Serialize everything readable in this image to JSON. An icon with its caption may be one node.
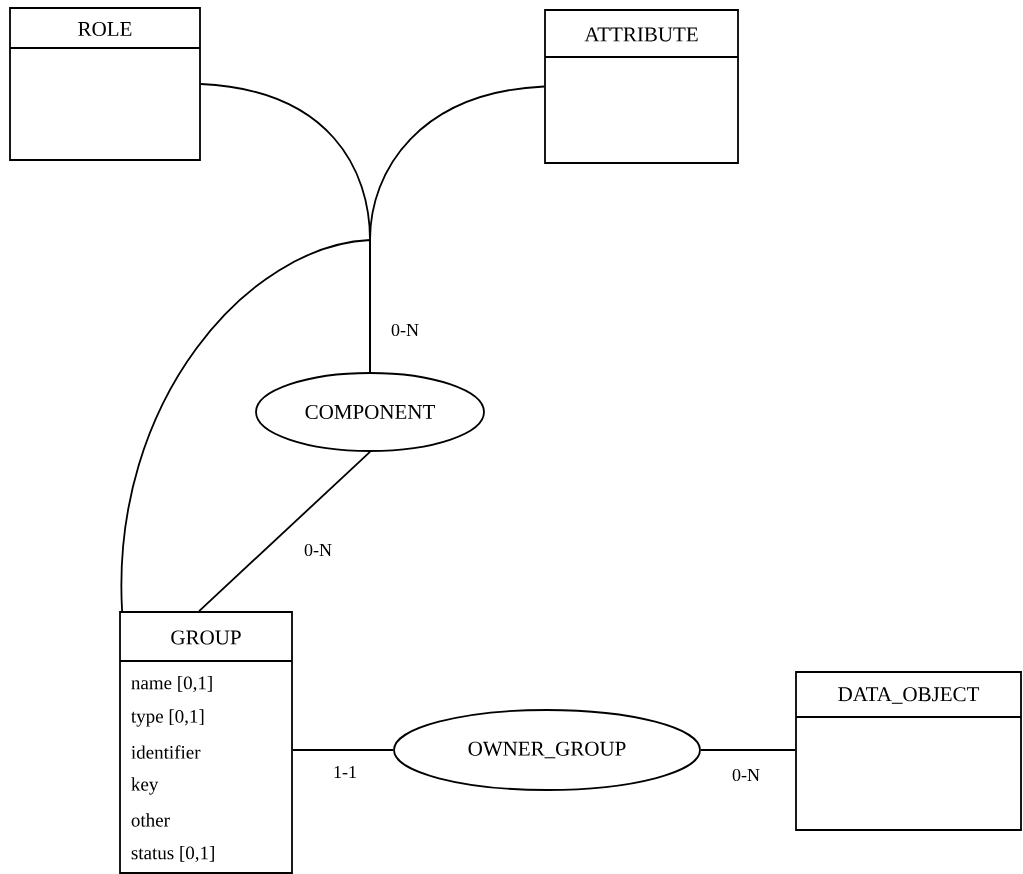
{
  "diagram": {
    "nodes": [
      {
        "text": [
          "ROLE"
        ]
      },
      {
        "text": [
          "ATTRIBUTE"
        ]
      },
      {
        "text": [
          "COMPONENT"
        ]
      },
      {
        "text": [
          "GROUP",
          "name [0,1]",
          "type [0,1]",
          "identifier",
          "key",
          "other",
          "status [0,1]"
        ]
      },
      {
        "text": [
          "OWNER_GROUP"
        ]
      },
      {
        "text": [
          "DATA_OBJECT"
        ]
      }
    ],
    "edges": [
      {
        "from": 0,
        "to": 2,
        "arrow": "none",
        "label": "0-N"
      },
      {
        "from": 1,
        "to": 2,
        "arrow": "none"
      },
      {
        "from": 3,
        "to": 2,
        "arrow": "none"
      },
      {
        "from": 3,
        "to": 2,
        "arrow": "none",
        "label": "0-N"
      },
      {
        "from": 3,
        "to": 4,
        "arrow": "none",
        "label": "1-1"
      },
      {
        "from": 4,
        "to": 5,
        "arrow": "none",
        "label": "0-N"
      }
    ]
  }
}
